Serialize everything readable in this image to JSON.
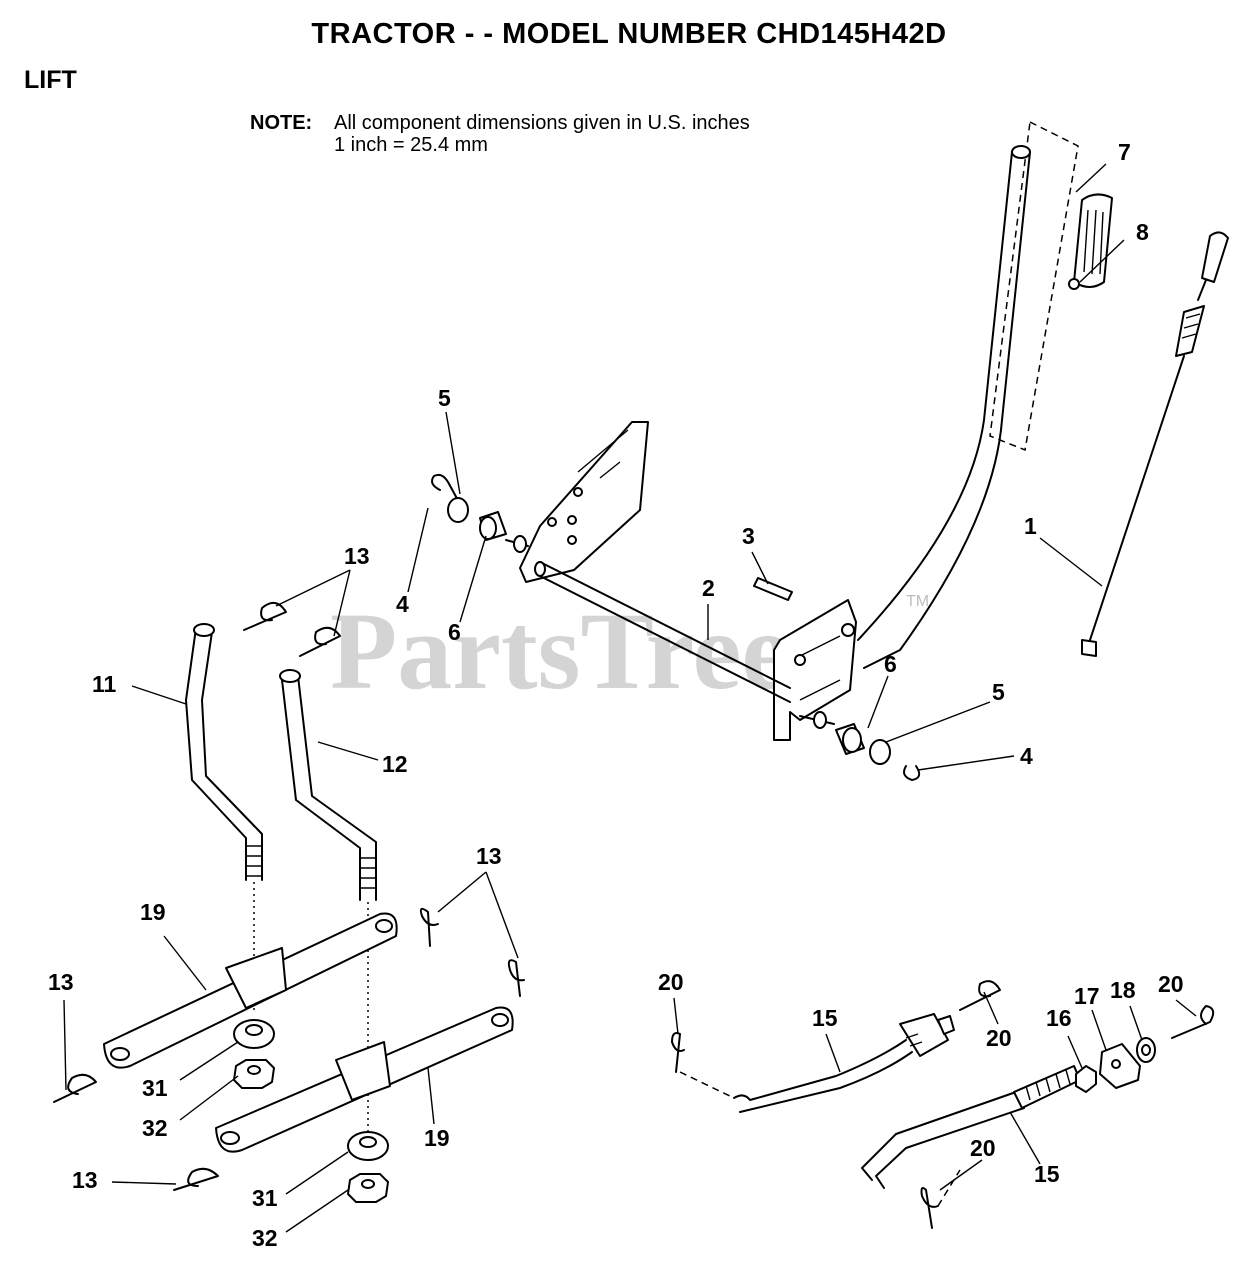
{
  "header": {
    "title": "TRACTOR - - MODEL NUMBER CHD145H42D",
    "section": "LIFT"
  },
  "note": {
    "label": "NOTE:",
    "line1": "All component dimensions given in U.S. inches",
    "line2": "1 inch = 25.4 mm"
  },
  "watermark": {
    "text": "PartsTree",
    "trademark": "TM"
  },
  "callouts": {
    "c1": "1",
    "c2": "2",
    "c3": "3",
    "c4a": "4",
    "c4b": "4",
    "c5a": "5",
    "c5b": "5",
    "c6a": "6",
    "c6b": "6",
    "c7": "7",
    "c8": "8",
    "c11": "11",
    "c12": "12",
    "c13a": "13",
    "c13b": "13",
    "c13c": "13",
    "c13d": "13",
    "c15a": "15",
    "c15b": "15",
    "c16": "16",
    "c17": "17",
    "c18": "18",
    "c19a": "19",
    "c19b": "19",
    "c20a": "20",
    "c20b": "20",
    "c20c": "20",
    "c20d": "20",
    "c31a": "31",
    "c31b": "31",
    "c32a": "32",
    "c32b": "32"
  }
}
